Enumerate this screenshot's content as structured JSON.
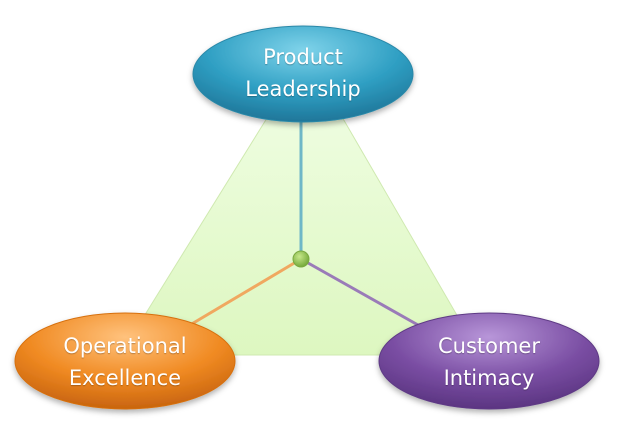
{
  "nodes": {
    "product": {
      "line1": "Product",
      "line2": "Leadership"
    },
    "operational": {
      "line1": "Operational",
      "line2": "Excellence"
    },
    "customer": {
      "line1": "Customer",
      "line2": "Intimacy"
    }
  },
  "colors": {
    "triangle_fill": "#e6fbcc",
    "triangle_edge": "#cfe9b0",
    "product": "#2f9fc3",
    "operational": "#ee7f1f",
    "customer": "#7a4ea3",
    "center": "#8cc04a",
    "line_product": "#6fb7c7",
    "line_operational": "#f0a860",
    "line_customer": "#9a7bb8"
  }
}
